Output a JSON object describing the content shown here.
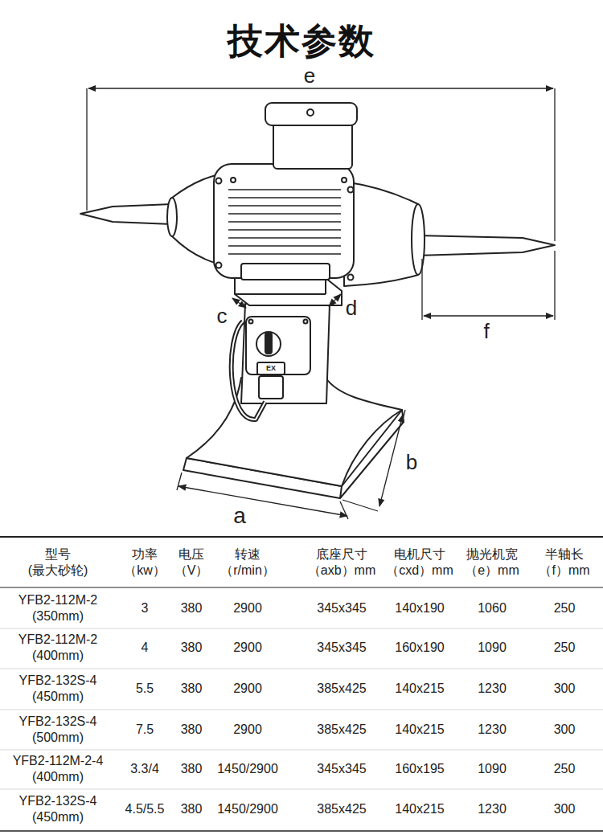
{
  "diagram": {
    "title": "技术参数",
    "labels": [
      "e",
      "c",
      "d",
      "f",
      "b",
      "a",
      "EX",
      "型号 (最大砂轮)",
      "功率 （kw）",
      "电压 （V）",
      "转速 （r/min）",
      "底座尺寸 （axb）mm",
      "电机尺寸 （cxd）mm",
      "抛光机宽 （e）mm",
      "半轴长 （f）mm",
      "YFB2-112M-2 (350mm)",
      "3",
      "380",
      "2900",
      "345x345",
      "140x190",
      "1060",
      "250",
      "YFB2-112M-2 (400mm)",
      "4",
      "380",
      "2900",
      "345x345",
      "160x190",
      "1090",
      "250",
      "YFB2-132S-4 (450mm)",
      "5.5",
      "380",
      "2900",
      "385x425",
      "140x215",
      "1230",
      "300",
      "YFB2-132S-4 (500mm)",
      "7.5",
      "380",
      "2900",
      "385x425",
      "140x215",
      "1230",
      "300",
      "YFB2-112M-2-4 (400mm)",
      "3.3/4",
      "380",
      "1450/2900",
      "345x345",
      "160x195",
      "1090",
      "250",
      "YFB2-132S-4 (450mm)",
      "4.5/5.5",
      "380",
      "1450/2900",
      "385x425",
      "140x215",
      "1230",
      "300"
    ]
  }
}
